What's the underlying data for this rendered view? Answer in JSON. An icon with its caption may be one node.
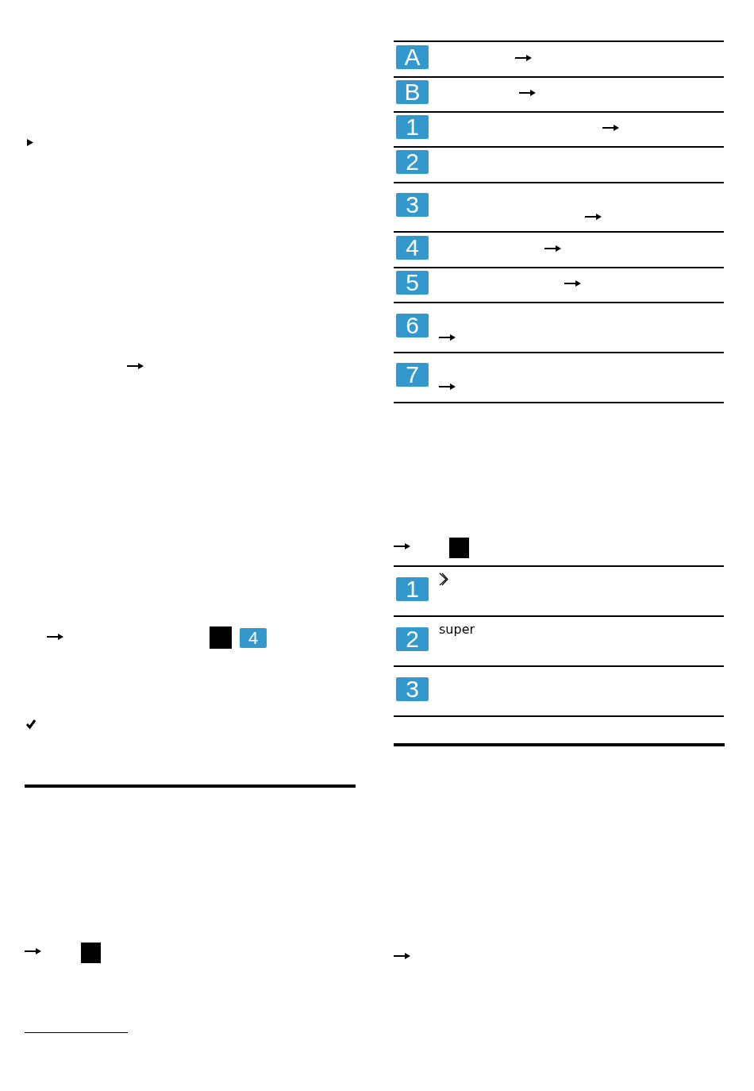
{
  "diagram": {
    "labels": [
      "4",
      "A",
      "B",
      "1",
      "2",
      "3",
      "4",
      "5",
      "6",
      "7",
      "1",
      "2",
      "super",
      "3"
    ]
  }
}
